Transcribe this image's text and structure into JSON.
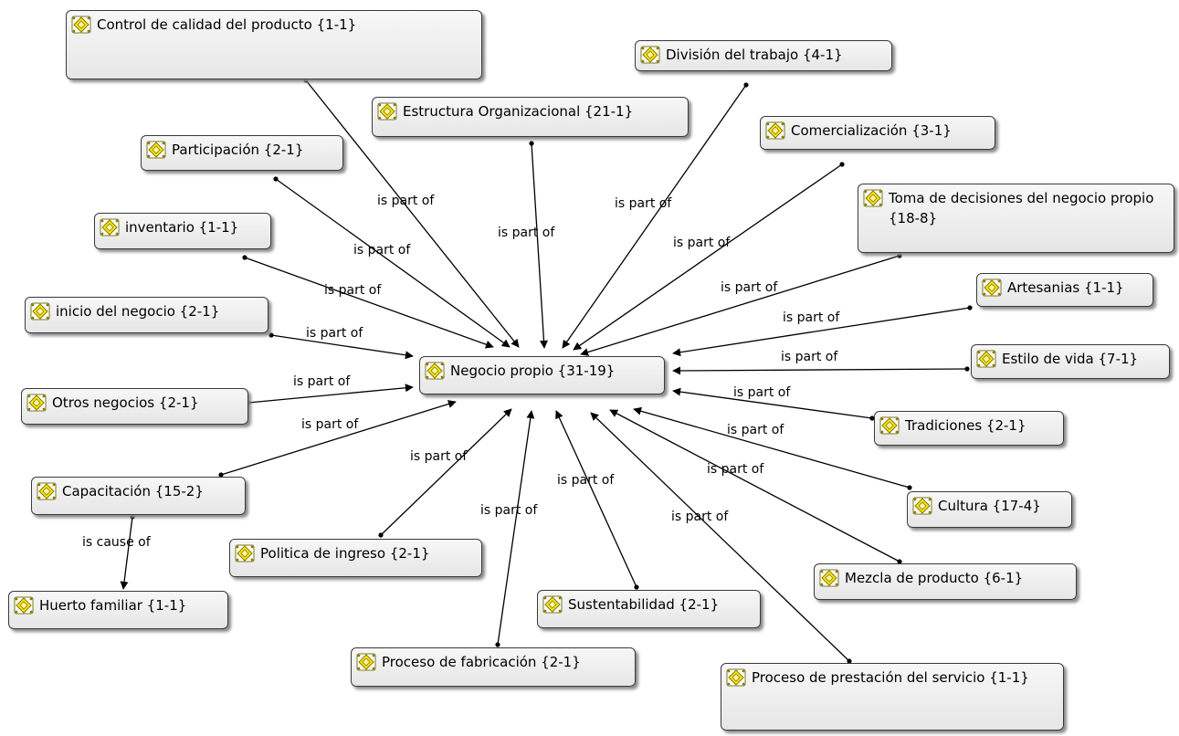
{
  "diagram": {
    "center": {
      "id": "negocio-propio",
      "label": "Negocio propio {31-19}"
    },
    "nodes": [
      {
        "id": "negocio-propio",
        "label": "Negocio propio {31-19}"
      },
      {
        "id": "control-calidad",
        "label": "Control de calidad del producto {1-1}"
      },
      {
        "id": "division-trabajo",
        "label": "División del trabajo {4-1}"
      },
      {
        "id": "estructura-org",
        "label": "Estructura Organizacional {21-1}"
      },
      {
        "id": "comercializacion",
        "label": "Comercialización {3-1}"
      },
      {
        "id": "participacion",
        "label": "Participación {2-1}"
      },
      {
        "id": "toma-decisiones",
        "label": "Toma de decisiones del negocio propio {18-8}"
      },
      {
        "id": "inventario",
        "label": "inventario {1-1}"
      },
      {
        "id": "artesanias",
        "label": "Artesanias {1-1}"
      },
      {
        "id": "inicio-negocio",
        "label": "inicio del negocio {2-1}"
      },
      {
        "id": "estilo-vida",
        "label": "Estilo de vida {7-1}"
      },
      {
        "id": "otros-negocios",
        "label": "Otros negocios {2-1}"
      },
      {
        "id": "tradiciones",
        "label": "Tradiciones {2-1}"
      },
      {
        "id": "capacitacion",
        "label": "Capacitación {15-2}"
      },
      {
        "id": "cultura",
        "label": "Cultura {17-4}"
      },
      {
        "id": "politica-ingreso",
        "label": "Politica de ingreso {2-1}"
      },
      {
        "id": "mezcla-producto",
        "label": "Mezcla de producto {6-1}"
      },
      {
        "id": "huerto-familiar",
        "label": "Huerto familiar {1-1}"
      },
      {
        "id": "sustentabilidad",
        "label": "Sustentabilidad {2-1}"
      },
      {
        "id": "proceso-fabricacion",
        "label": "Proceso de fabricación {2-1}"
      },
      {
        "id": "proceso-servicio",
        "label": "Proceso de prestación del servicio {1-1}"
      }
    ],
    "edges": [
      {
        "from": "control-calidad",
        "to": "negocio-propio",
        "label": "is part of"
      },
      {
        "from": "participacion",
        "to": "negocio-propio",
        "label": "is part of"
      },
      {
        "from": "estructura-org",
        "to": "negocio-propio",
        "label": "is part of"
      },
      {
        "from": "division-trabajo",
        "to": "negocio-propio",
        "label": "is part of"
      },
      {
        "from": "comercializacion",
        "to": "negocio-propio",
        "label": "is part of"
      },
      {
        "from": "inventario",
        "to": "negocio-propio",
        "label": "is part of"
      },
      {
        "from": "toma-decisiones",
        "to": "negocio-propio",
        "label": "is part of"
      },
      {
        "from": "inicio-negocio",
        "to": "negocio-propio",
        "label": "is part of"
      },
      {
        "from": "artesanias",
        "to": "negocio-propio",
        "label": "is part of"
      },
      {
        "from": "otros-negocios",
        "to": "negocio-propio",
        "label": "is part of"
      },
      {
        "from": "estilo-vida",
        "to": "negocio-propio",
        "label": "is part of"
      },
      {
        "from": "capacitacion",
        "to": "negocio-propio",
        "label": "is part of"
      },
      {
        "from": "tradiciones",
        "to": "negocio-propio",
        "label": "is part of"
      },
      {
        "from": "cultura",
        "to": "negocio-propio",
        "label": "is part of"
      },
      {
        "from": "politica-ingreso",
        "to": "negocio-propio",
        "label": "is part of"
      },
      {
        "from": "mezcla-producto",
        "to": "negocio-propio",
        "label": "is part of"
      },
      {
        "from": "proceso-fabricacion",
        "to": "negocio-propio",
        "label": "is part of"
      },
      {
        "from": "sustentabilidad",
        "to": "negocio-propio",
        "label": "is part of"
      },
      {
        "from": "proceso-servicio",
        "to": "negocio-propio",
        "label": "is part of"
      },
      {
        "from": "capacitacion",
        "to": "huerto-familiar",
        "label": "is cause of"
      }
    ]
  },
  "icon": "code-family-icon"
}
